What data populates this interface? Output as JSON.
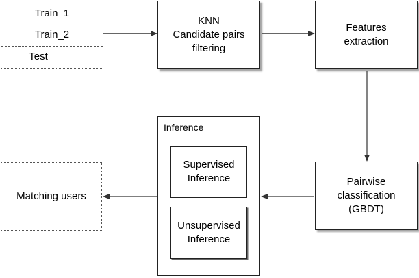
{
  "data_box": {
    "items": [
      "Train_1",
      "Train_2",
      "Test"
    ]
  },
  "knn_box": {
    "line1": "KNN",
    "line2": "Candidate pairs",
    "line3": "filtering"
  },
  "features_box": {
    "line1": "Features",
    "line2": "extraction"
  },
  "pairwise_box": {
    "line1": "Pairwise",
    "line2": "classification",
    "line3": "(GBDT)"
  },
  "inference_box": {
    "title": "Inference",
    "supervised": {
      "line1": "Supervised",
      "line2": "Inference"
    },
    "unsupervised": {
      "line1": "Unsupervised",
      "line2": "Inference"
    }
  },
  "matching_box": {
    "label": "Matching users"
  }
}
